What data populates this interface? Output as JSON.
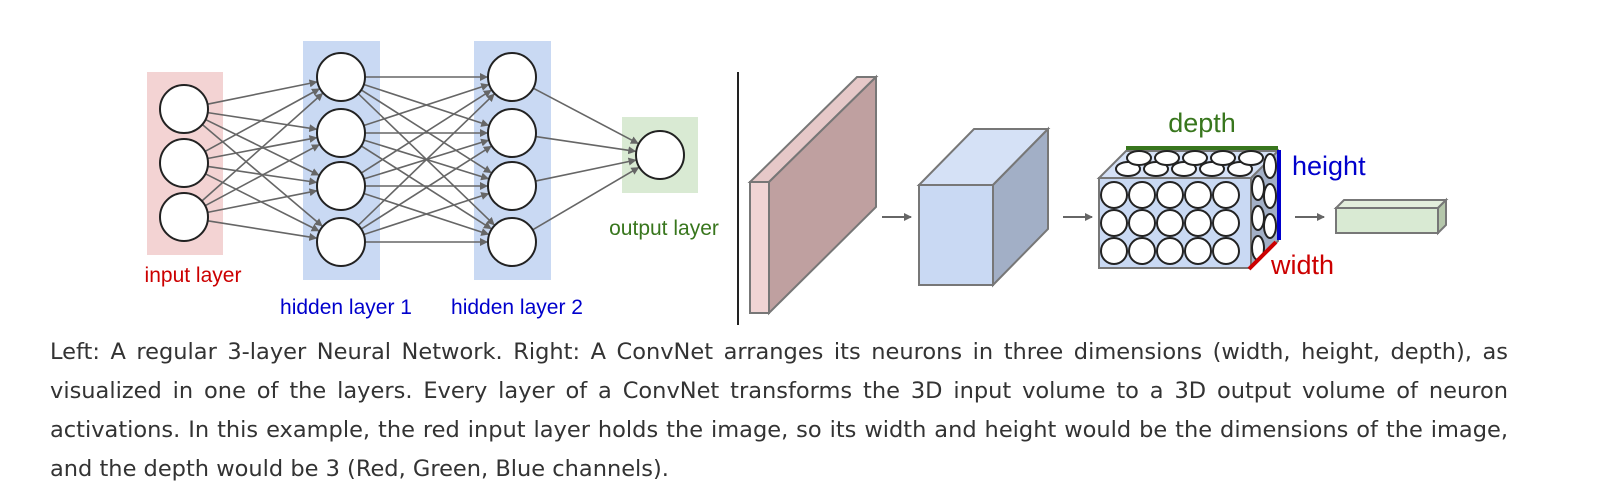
{
  "labels": {
    "input_layer": "input layer",
    "hidden_layer_1": "hidden layer 1",
    "hidden_layer_2": "hidden layer 2",
    "output_layer": "output layer",
    "depth": "depth",
    "height": "height",
    "width": "width"
  },
  "network": {
    "layers": [
      3,
      4,
      4,
      1
    ]
  },
  "colors": {
    "input": "#f3d3d3",
    "hidden": "#c9d9f3",
    "output": "#d9ead3",
    "input_label": "#cc0000",
    "hidden_label": "#0000cc",
    "output_label": "#38761d",
    "depth_label": "#38761d",
    "height_label": "#0000cc",
    "width_label": "#cc0000"
  },
  "caption": "Left: A regular 3-layer Neural Network. Right: A ConvNet arranges its neurons in three dimensions (width, height, depth), as visualized in one of the layers. Every layer of a ConvNet transforms the 3D input volume to a 3D output volume of neuron activations. In this example, the red input layer holds the image, so its width and height would be the dimensions of the image, and the depth would be 3 (Red, Green, Blue channels)."
}
